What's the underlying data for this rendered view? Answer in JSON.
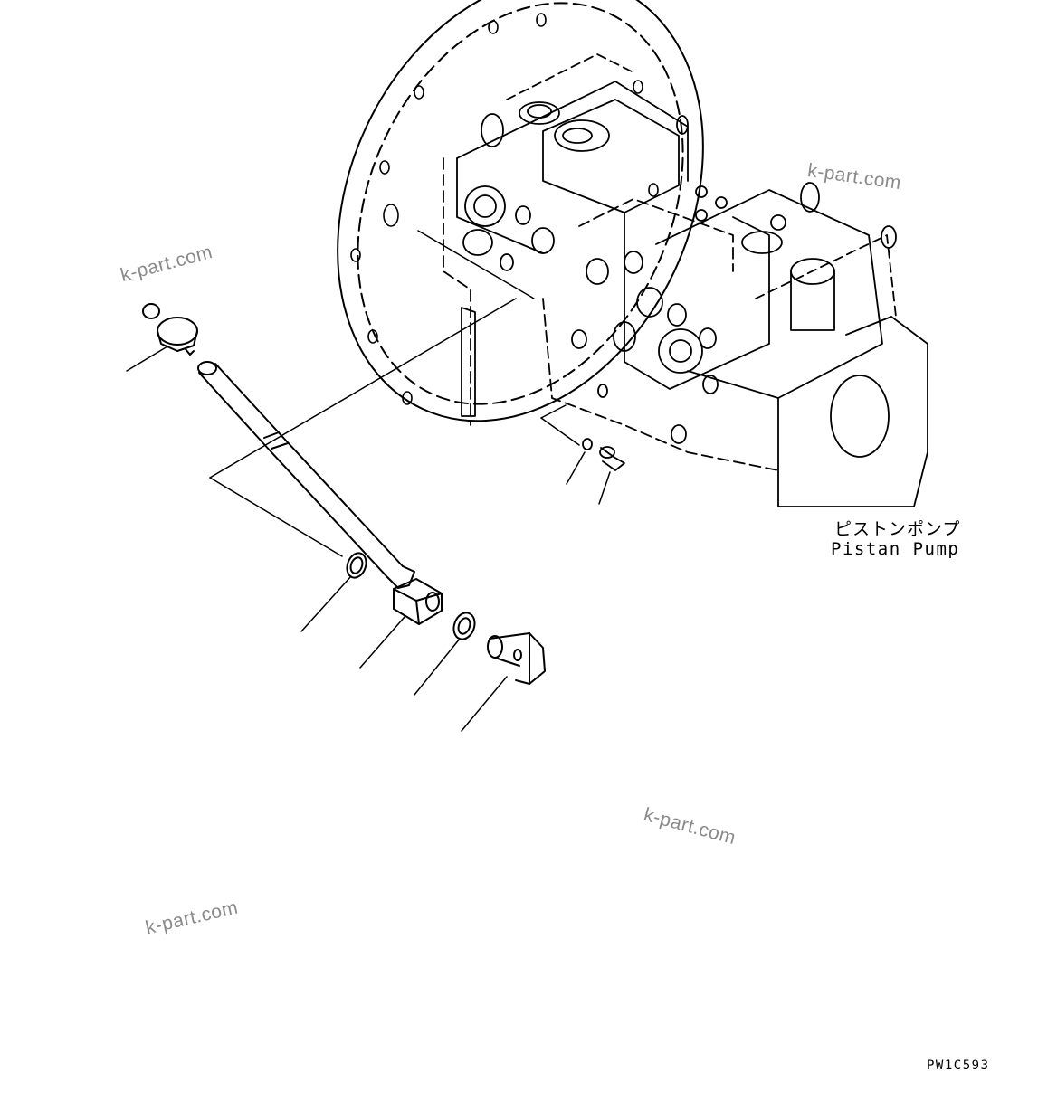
{
  "labels": {
    "part_name_jp": "ピストンポンプ",
    "part_name_en": "Pistan Pump",
    "drawing_code": "PW1C593"
  },
  "watermarks": [
    "k-part.com",
    "k-part.com",
    "k-part.com",
    "k-part.com"
  ]
}
